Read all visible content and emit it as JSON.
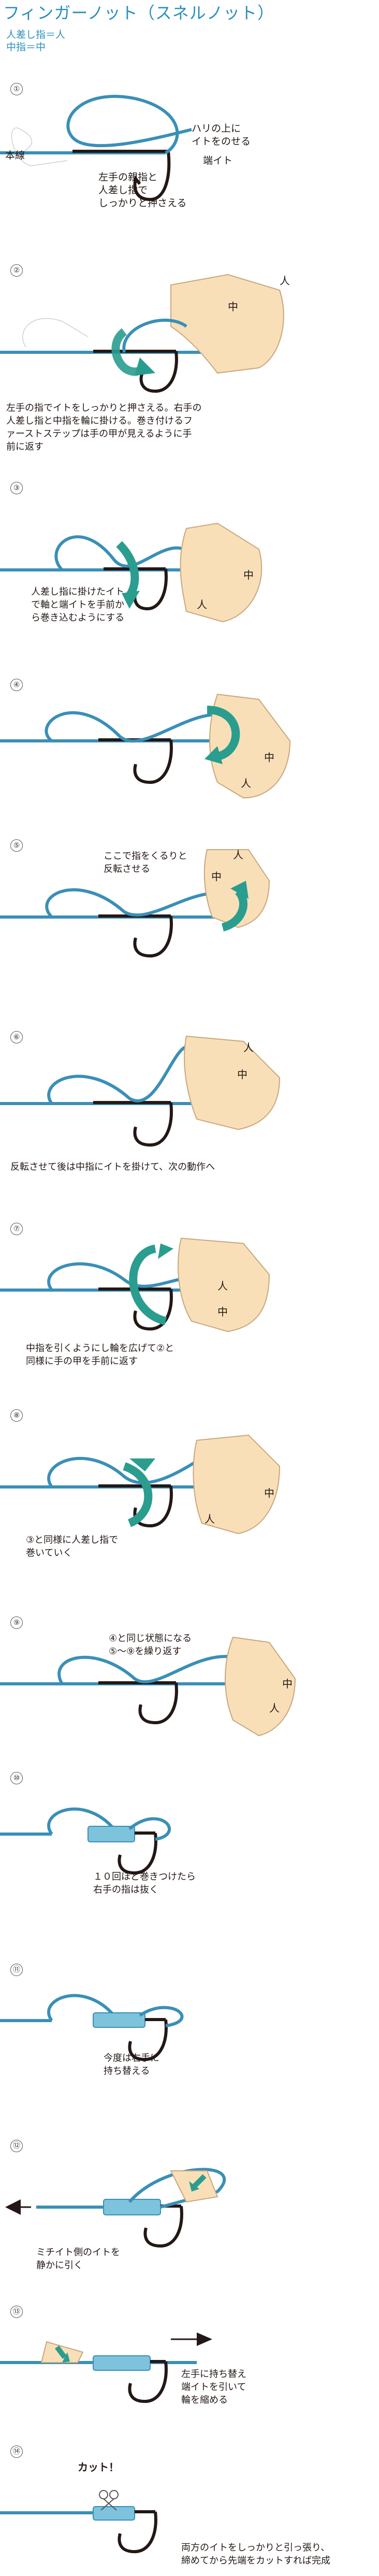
{
  "title": "フィンガーノット（スネルノット）",
  "legend": {
    "line1": "人差し指＝人",
    "line2": "中指＝中"
  },
  "steps": [
    {
      "num": "①",
      "labels": {
        "main_line": "本線",
        "hari": "ハリの上に\nイトをのせる",
        "tag": "端イト",
        "instr": "左手の親指と\n人差し指で\nしっかりと押さえる"
      }
    },
    {
      "num": "②",
      "labels": {
        "hito": "人",
        "naka": "中",
        "instr": "左手の指でイトをしっかりと押さえる。右手の\n人差し指と中指を輪に掛ける。巻き付けるフ\nァーストステップは手の甲が見えるように手\n前に返す"
      }
    },
    {
      "num": "③",
      "labels": {
        "naka": "中",
        "hito": "人",
        "instr": "人差し指に掛けたイト\nで軸と端イトを手前か\nら巻き込むようにする"
      }
    },
    {
      "num": "④",
      "labels": {
        "naka": "中",
        "hito": "人"
      }
    },
    {
      "num": "⑤",
      "labels": {
        "hito": "人",
        "naka": "中",
        "instr": "ここで指をくるりと\n反転させる"
      }
    },
    {
      "num": "⑥",
      "labels": {
        "hito": "人",
        "naka": "中",
        "instr": "反転させて後は中指にイトを掛けて、次の動作へ"
      }
    },
    {
      "num": "⑦",
      "labels": {
        "hito": "人",
        "naka": "中",
        "instr": "中指を引くようにし輪を広げて②と\n同様に手の甲を手前に返す"
      }
    },
    {
      "num": "⑧",
      "labels": {
        "naka": "中",
        "hito": "人",
        "instr": "③と同様に人差し指で\n巻いていく"
      }
    },
    {
      "num": "⑨",
      "labels": {
        "naka": "中",
        "hito": "人",
        "instr": "④と同じ状態になる\n⑤〜⑨を繰り返す"
      }
    },
    {
      "num": "⑩",
      "labels": {
        "instr": "１０回ほど巻きつけたら\n右手の指は抜く"
      }
    },
    {
      "num": "⑪",
      "labels": {
        "instr": "今度は右手に\n持ち替える"
      }
    },
    {
      "num": "⑫",
      "labels": {
        "instr": "ミチイト側のイトを\n静かに引く"
      }
    },
    {
      "num": "⑬",
      "labels": {
        "instr": "左手に持ち替え\n端イトを引いて\n輪を縮める"
      }
    },
    {
      "num": "⑭",
      "labels": {
        "cut": "カット！",
        "instr": "両方のイトをしっかりと引っ張り、\n締めてから先端をカットすれば完成"
      }
    }
  ],
  "colors": {
    "line": "#3a8fb7",
    "hook": "#231815",
    "hand": "#f9dfb8",
    "hand_stroke": "#c9a77c",
    "arrow": "#2a9d8f",
    "title": "#2a8fbd"
  }
}
